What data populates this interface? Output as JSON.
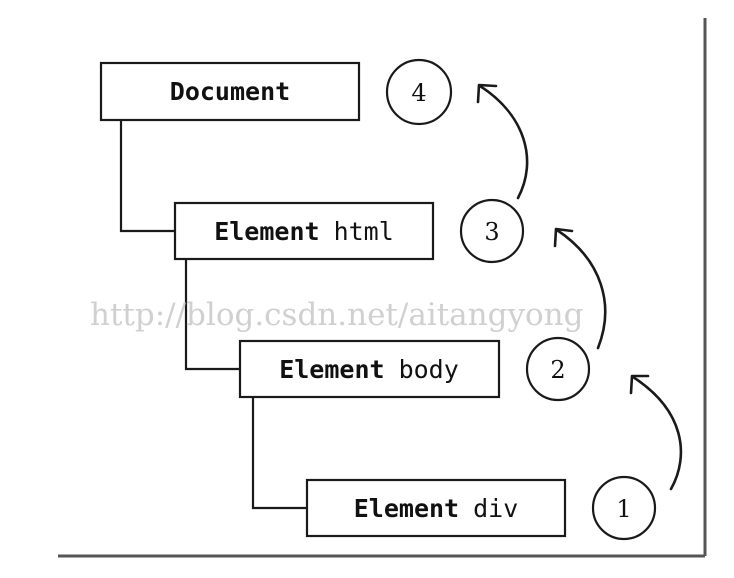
{
  "nodes": [
    {
      "id": "document",
      "bold": "Document",
      "plain": ""
    },
    {
      "id": "html",
      "bold": "Element",
      "plain": "html"
    },
    {
      "id": "body",
      "bold": "Element",
      "plain": "body"
    },
    {
      "id": "div",
      "bold": "Element",
      "plain": "div"
    }
  ],
  "steps": [
    "4",
    "3",
    "2",
    "1"
  ],
  "watermark": "http://blog.csdn.net/aitangyong"
}
